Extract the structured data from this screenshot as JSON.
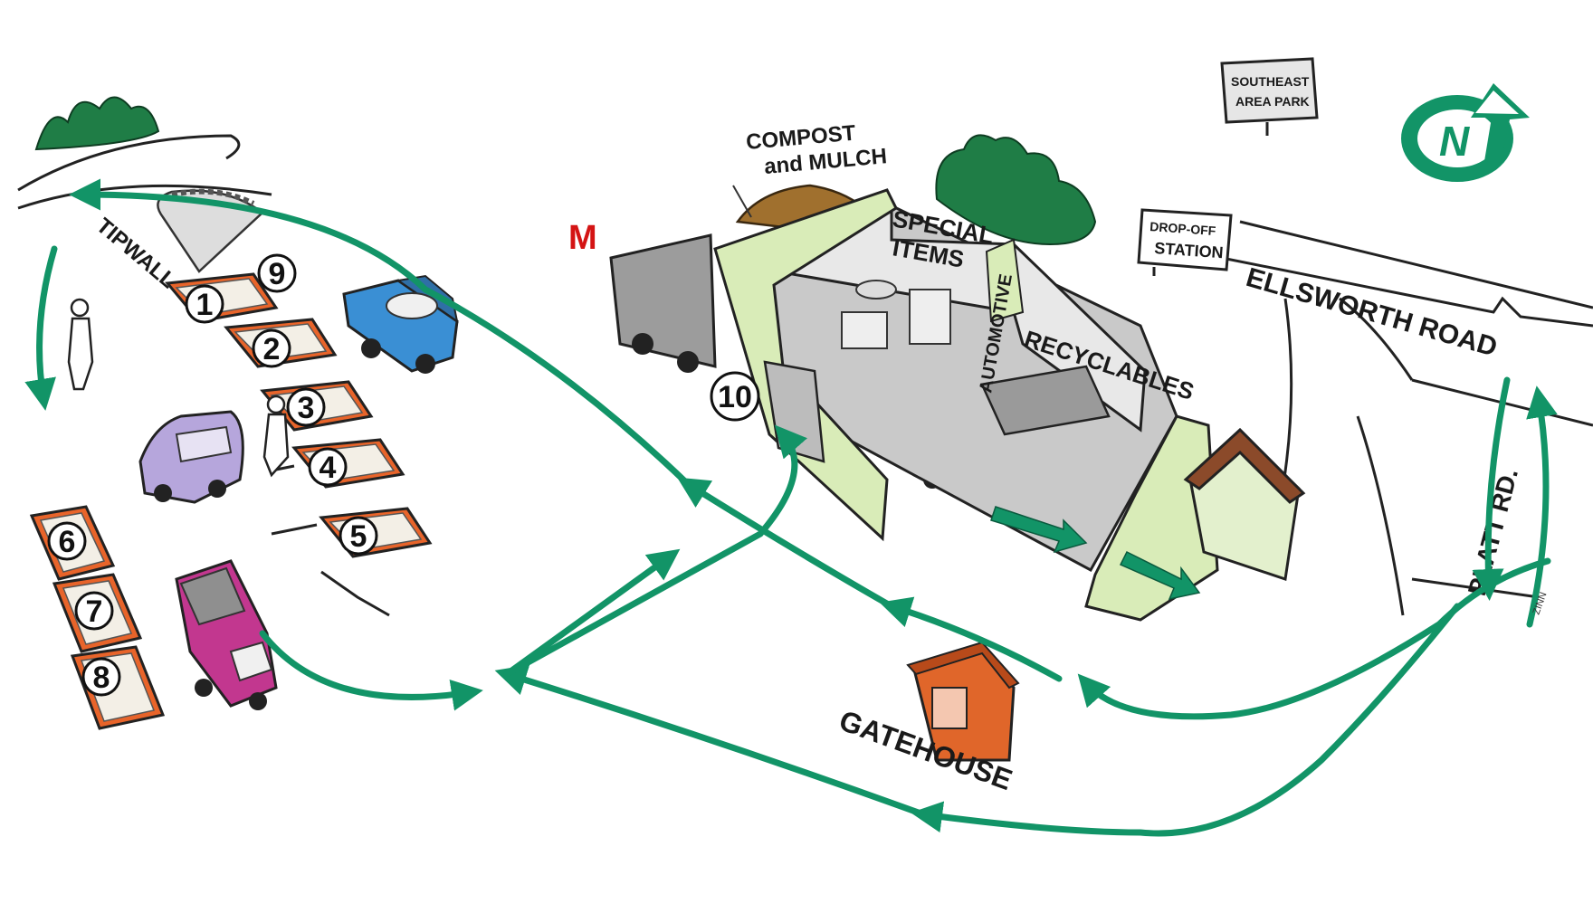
{
  "labels": {
    "tipwall": "TIPWALL",
    "compost_line1": "COMPOST",
    "compost_line2": "and MULCH",
    "special_line1": "SPECIAL",
    "special_line2": "ITEMS",
    "automotive": "AUTOMOTIVE",
    "recyclables": "RECYCLABLES",
    "dropoff_line1": "DROP-OFF",
    "dropoff_line2": "STATION",
    "park_line1": "SOUTHEAST",
    "park_line2": "AREA PARK",
    "ellsworth": "ELLSWORTH ROAD",
    "platt": "PLATT RD.",
    "gatehouse": "GATEHOUSE",
    "m_marker": "M",
    "north": "N",
    "signature": "ZINN"
  },
  "numbers": [
    "1",
    "2",
    "3",
    "4",
    "5",
    "6",
    "7",
    "8",
    "9",
    "10"
  ],
  "colors": {
    "route": "#129467",
    "bins": "#e8642a",
    "building_wall": "#d9ecb8",
    "floor": "#c9c9c9",
    "m_marker": "#d41414",
    "trees": "#1f7d46",
    "truck_blue": "#3a8fd4",
    "car_purple": "#b6a6dc",
    "truck_magenta": "#c2378f",
    "car_yellow": "#f3ecaa",
    "gatehouse": "#e0662a",
    "shed": "#8b4a2a"
  },
  "icons": [
    "north-arrow-icon",
    "tree-icon",
    "truck-icon",
    "car-icon",
    "person-icon",
    "bin-icon",
    "sign-icon"
  ]
}
